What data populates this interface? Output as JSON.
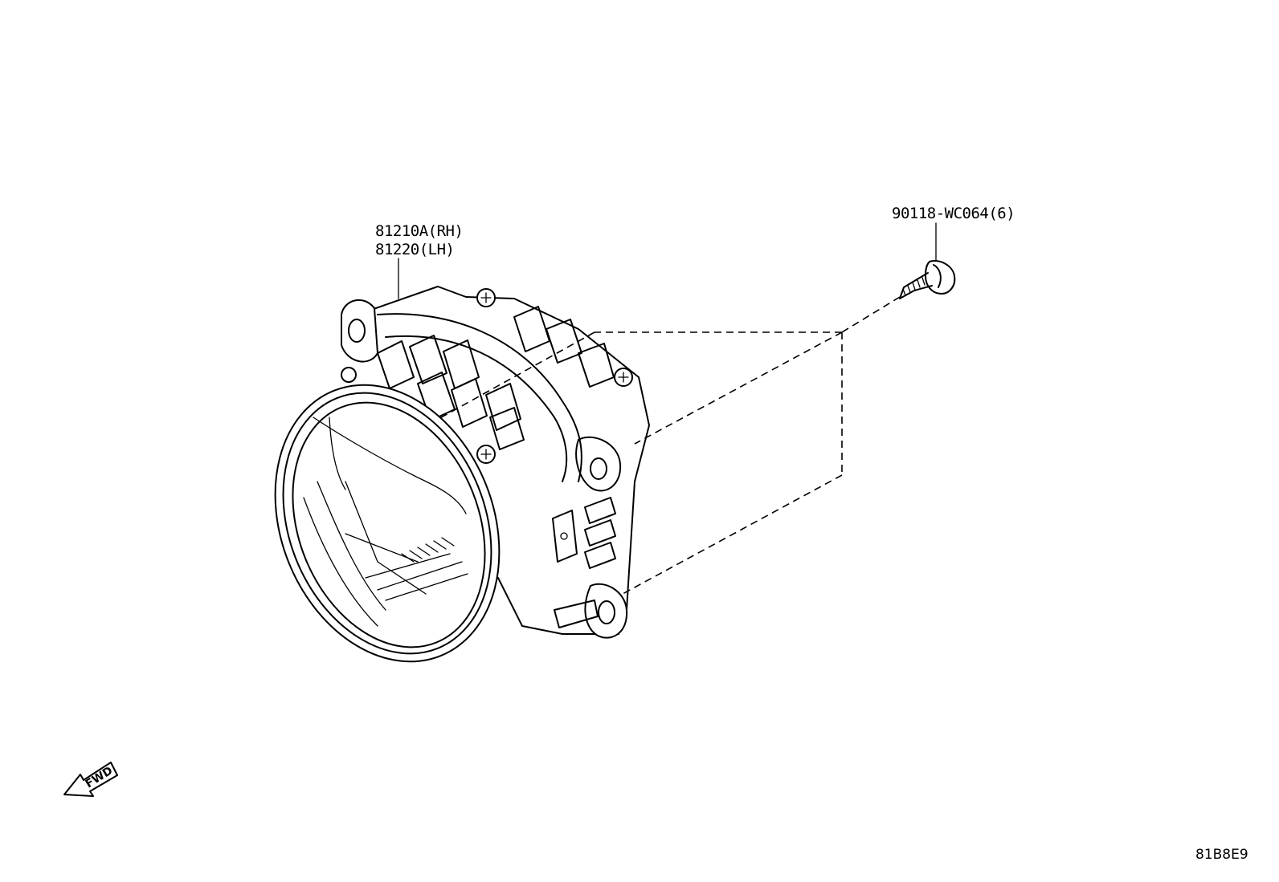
{
  "parts": {
    "lamp_label_rh": "81210A(RH)",
    "lamp_label_lh": "81220(LH)",
    "screw_label": "90118-WC064(6)"
  },
  "direction_marker": {
    "label": "FWD",
    "icon": "forward-arrow-icon"
  },
  "diagram_code": "81B8E9"
}
